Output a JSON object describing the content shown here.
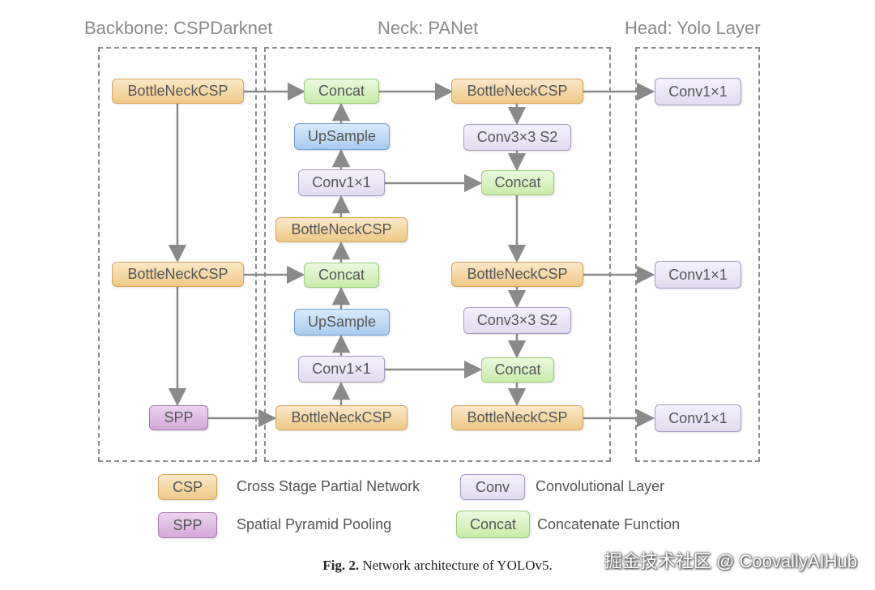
{
  "sections": {
    "backbone": "Backbone: CSPDarknet",
    "neck": "Neck: PANet",
    "head": "Head: Yolo Layer"
  },
  "nodes": {
    "bb1": {
      "label": "BottleNeckCSP",
      "kind": "csp"
    },
    "bb2": {
      "label": "BottleNeckCSP",
      "kind": "csp"
    },
    "spp": {
      "label": "SPP",
      "kind": "spp"
    },
    "concat1": {
      "label": "Concat",
      "kind": "concat"
    },
    "upsample1": {
      "label": "UpSample",
      "kind": "up"
    },
    "conv1": {
      "label": "Conv1×1",
      "kind": "conv"
    },
    "csp_mid": {
      "label": "BottleNeckCSP",
      "kind": "csp"
    },
    "concat2": {
      "label": "Concat",
      "kind": "concat"
    },
    "upsample2": {
      "label": "UpSample",
      "kind": "up"
    },
    "conv2": {
      "label": "Conv1×1",
      "kind": "conv"
    },
    "csp_bottom": {
      "label": "BottleNeckCSP",
      "kind": "csp"
    },
    "r_csp1": {
      "label": "BottleNeckCSP",
      "kind": "csp"
    },
    "r_conv3a": {
      "label": "Conv3×3 S2",
      "kind": "conv"
    },
    "r_concat1": {
      "label": "Concat",
      "kind": "concat"
    },
    "r_csp2": {
      "label": "BottleNeckCSP",
      "kind": "csp"
    },
    "r_conv3b": {
      "label": "Conv3×3 S2",
      "kind": "conv"
    },
    "r_concat2": {
      "label": "Concat",
      "kind": "concat"
    },
    "r_csp3": {
      "label": "BottleNeckCSP",
      "kind": "csp"
    },
    "head1": {
      "label": "Conv1×1",
      "kind": "conv"
    },
    "head2": {
      "label": "Conv1×1",
      "kind": "conv"
    },
    "head3": {
      "label": "Conv1×1",
      "kind": "conv"
    }
  },
  "legend": [
    {
      "box": "CSP",
      "text": "Cross Stage Partial Network",
      "kind": "csp"
    },
    {
      "box": "Conv",
      "text": "Convolutional Layer",
      "kind": "conv"
    },
    {
      "box": "SPP",
      "text": "Spatial Pyramid Pooling",
      "kind": "spp"
    },
    {
      "box": "Concat",
      "text": "Concatenate Function",
      "kind": "concat"
    }
  ],
  "caption": {
    "label": "Fig. 2.",
    "text": "Network architecture of YOLOv5."
  },
  "watermark": "掘金技术社区 @ CoovallyAIHub",
  "colors": {
    "csp": "#efc888",
    "concat": "#c9ecaa",
    "upsample": "#a9cdef",
    "conv": "#e1dcf0",
    "spp": "#d4a8da",
    "arrow": "#8a8a8a"
  }
}
